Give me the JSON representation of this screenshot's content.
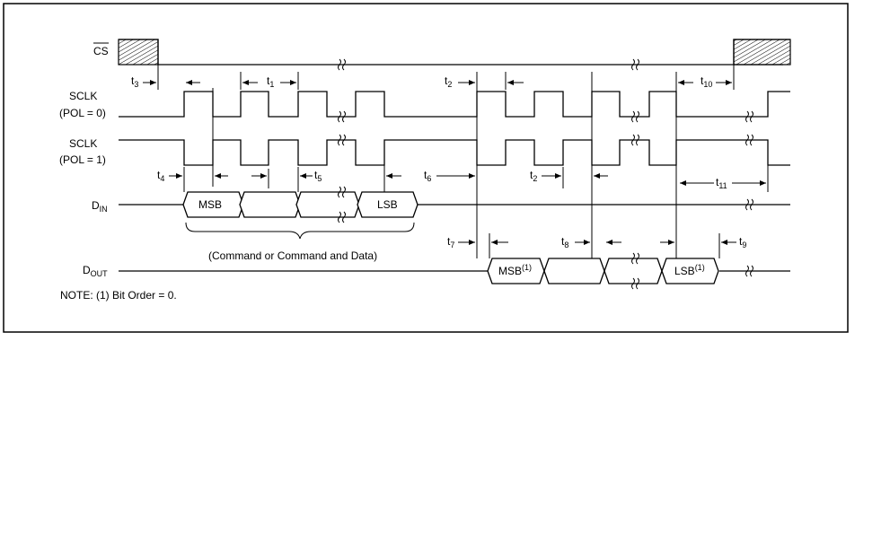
{
  "diagram": {
    "signals": {
      "cs": "CS",
      "sclk0_line1": "SCLK",
      "sclk0_line2": "(POL = 0)",
      "sclk1_line1": "SCLK",
      "sclk1_line2": "(POL = 1)",
      "din_main": "D",
      "din_sub": "IN",
      "dout_main": "D",
      "dout_sub": "OUT"
    },
    "bits": {
      "din_msb": "MSB",
      "din_lsb": "LSB",
      "dout_msb": "MSB",
      "dout_msb_sup": "(1)",
      "dout_lsb": "LSB",
      "dout_lsb_sup": "(1)"
    },
    "brace_label": "(Command or Command and Data)",
    "note": "NOTE: (1) Bit Order = 0.",
    "timing": {
      "t1": "1",
      "t2": "2",
      "t3": "3",
      "t4": "4",
      "t5": "5",
      "t6": "6",
      "t7": "7",
      "t8": "8",
      "t9": "9",
      "t10": "10",
      "t11": "11",
      "t_prefix": "t"
    }
  }
}
